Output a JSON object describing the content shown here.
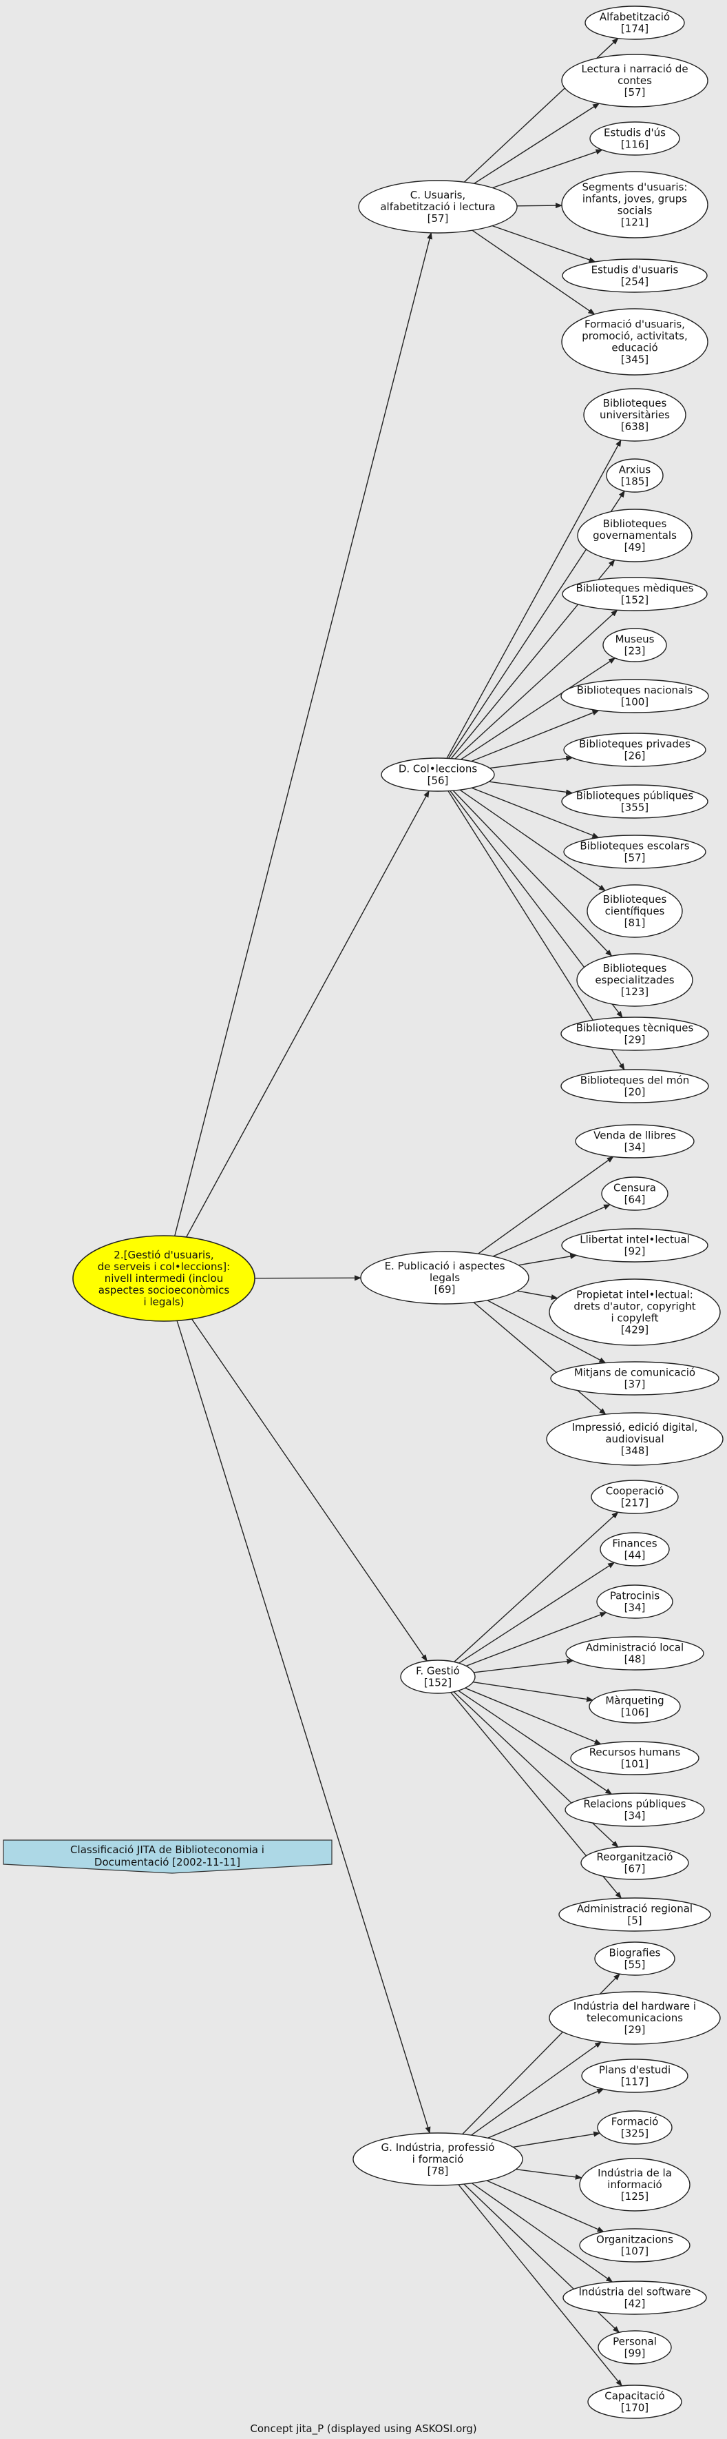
{
  "root": {
    "id": "root",
    "lines": [
      "2.[Gestió d'usuaris,",
      "de serveis i col•leccions]:",
      "nivell intermedi (inclou",
      "aspectes socioeconòmics",
      "i legals)"
    ]
  },
  "categories": [
    {
      "id": "C",
      "lines": [
        "C. Usuaris,",
        "alfabetització i lectura",
        "[57]"
      ],
      "children": [
        {
          "lines": [
            "Alfabetització",
            "[174]"
          ]
        },
        {
          "lines": [
            "Lectura i narració de",
            "contes",
            "[57]"
          ]
        },
        {
          "lines": [
            "Estudis d'ús",
            "[116]"
          ]
        },
        {
          "lines": [
            "Segments d'usuaris:",
            "infants, joves, grups",
            "socials",
            "[121]"
          ]
        },
        {
          "lines": [
            "Estudis d'usuaris",
            "[254]"
          ]
        },
        {
          "lines": [
            "Formació d'usuaris,",
            "promoció, activitats,",
            "educació",
            "[345]"
          ]
        }
      ]
    },
    {
      "id": "D",
      "lines": [
        "D. Col•leccions",
        "[56]"
      ],
      "children": [
        {
          "lines": [
            "Biblioteques",
            "universitàries",
            "[638]"
          ]
        },
        {
          "lines": [
            "Arxius",
            "[185]"
          ]
        },
        {
          "lines": [
            "Biblioteques",
            "governamentals",
            "[49]"
          ]
        },
        {
          "lines": [
            "Biblioteques mèdiques",
            "[152]"
          ]
        },
        {
          "lines": [
            "Museus",
            "[23]"
          ]
        },
        {
          "lines": [
            "Biblioteques nacionals",
            "[100]"
          ]
        },
        {
          "lines": [
            "Biblioteques privades",
            "[26]"
          ]
        },
        {
          "lines": [
            "Biblioteques públiques",
            "[355]"
          ]
        },
        {
          "lines": [
            "Biblioteques escolars",
            "[57]"
          ]
        },
        {
          "lines": [
            "Biblioteques",
            "científiques",
            "[81]"
          ]
        },
        {
          "lines": [
            "Biblioteques",
            "especialitzades",
            "[123]"
          ]
        },
        {
          "lines": [
            "Biblioteques tècniques",
            "[29]"
          ]
        },
        {
          "lines": [
            "Biblioteques del món",
            "[20]"
          ]
        }
      ]
    },
    {
      "id": "E",
      "lines": [
        "E. Publicació i aspectes",
        "legals",
        "[69]"
      ],
      "children": [
        {
          "lines": [
            "Venda de llibres",
            "[34]"
          ]
        },
        {
          "lines": [
            "Censura",
            "[64]"
          ]
        },
        {
          "lines": [
            "Llibertat intel•lectual",
            "[92]"
          ]
        },
        {
          "lines": [
            "Propietat intel•lectual:",
            "drets d'autor, copyright",
            "i copyleft",
            "[429]"
          ]
        },
        {
          "lines": [
            "Mitjans de comunicació",
            "[37]"
          ]
        },
        {
          "lines": [
            "Impressió, edició digital,",
            "audiovisual",
            "[348]"
          ]
        }
      ]
    },
    {
      "id": "F",
      "lines": [
        "F. Gestió",
        "[152]"
      ],
      "children": [
        {
          "lines": [
            "Cooperació",
            "[217]"
          ]
        },
        {
          "lines": [
            "Finances",
            "[44]"
          ]
        },
        {
          "lines": [
            "Patrocinis",
            "[34]"
          ]
        },
        {
          "lines": [
            "Administració local",
            "[48]"
          ]
        },
        {
          "lines": [
            "Màrqueting",
            "[106]"
          ]
        },
        {
          "lines": [
            "Recursos humans",
            "[101]"
          ]
        },
        {
          "lines": [
            "Relacions públiques",
            "[34]"
          ]
        },
        {
          "lines": [
            "Reorganització",
            "[67]"
          ]
        },
        {
          "lines": [
            "Administració regional",
            "[5]"
          ]
        }
      ]
    },
    {
      "id": "G",
      "lines": [
        "G. Indústria, professió",
        "i formació",
        "[78]"
      ],
      "children": [
        {
          "lines": [
            "Biografies",
            "[55]"
          ]
        },
        {
          "lines": [
            "Indústria del hardware i",
            "telecomunicacions",
            "[29]"
          ]
        },
        {
          "lines": [
            "Plans d'estudi",
            "[117]"
          ]
        },
        {
          "lines": [
            "Formació",
            "[325]"
          ]
        },
        {
          "lines": [
            "Indústria de la",
            "informació",
            "[125]"
          ]
        },
        {
          "lines": [
            "Organitzacions",
            "[107]"
          ]
        },
        {
          "lines": [
            "Indústria del software",
            "[42]"
          ]
        },
        {
          "lines": [
            "Personal",
            "[99]"
          ]
        },
        {
          "lines": [
            "Capacitació",
            "[170]"
          ]
        }
      ]
    }
  ],
  "legend": {
    "lines": [
      "Classificació JITA de Biblioteconomia i",
      "Documentació [2002-11-11]"
    ]
  },
  "footer": "Concept jita_P (displayed using ASKOSI.org)",
  "colors": {
    "root_fill": "#ffff00",
    "node_fill": "#ffffff",
    "legend_fill": "#add8e6",
    "background": "#e8e8e8"
  }
}
